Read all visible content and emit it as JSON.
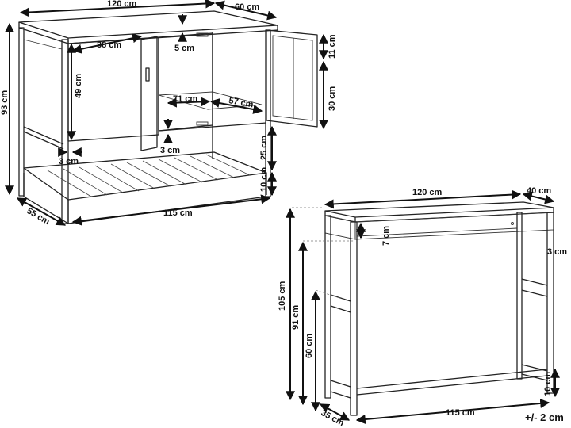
{
  "cabinet": {
    "width": "120 cm",
    "depth": "60 cm",
    "height": "93 cm",
    "inner_width": "38 cm",
    "top_gap": "5 cm",
    "door_height": "49 cm",
    "shelf_width": "71 cm",
    "shelf_depth": "57 cm",
    "door_top_gap": "11 cm",
    "door_panel": "30 cm",
    "frame_width": "3 cm",
    "shelf_gap": "3 cm",
    "lower_space": "25 cm",
    "leg_clearance": "10 cm",
    "base_depth": "55 cm",
    "base_width": "115 cm"
  },
  "table": {
    "width": "120 cm",
    "depth": "40 cm",
    "apron": "7 cm",
    "frame": "3 cm",
    "height": "105 cm",
    "inner_height": "91 cm",
    "bar_height": "60 cm",
    "foot_bar": "10 cm",
    "base_depth": "35 cm",
    "base_width": "115 cm"
  },
  "tolerance": "+/- 2 cm"
}
